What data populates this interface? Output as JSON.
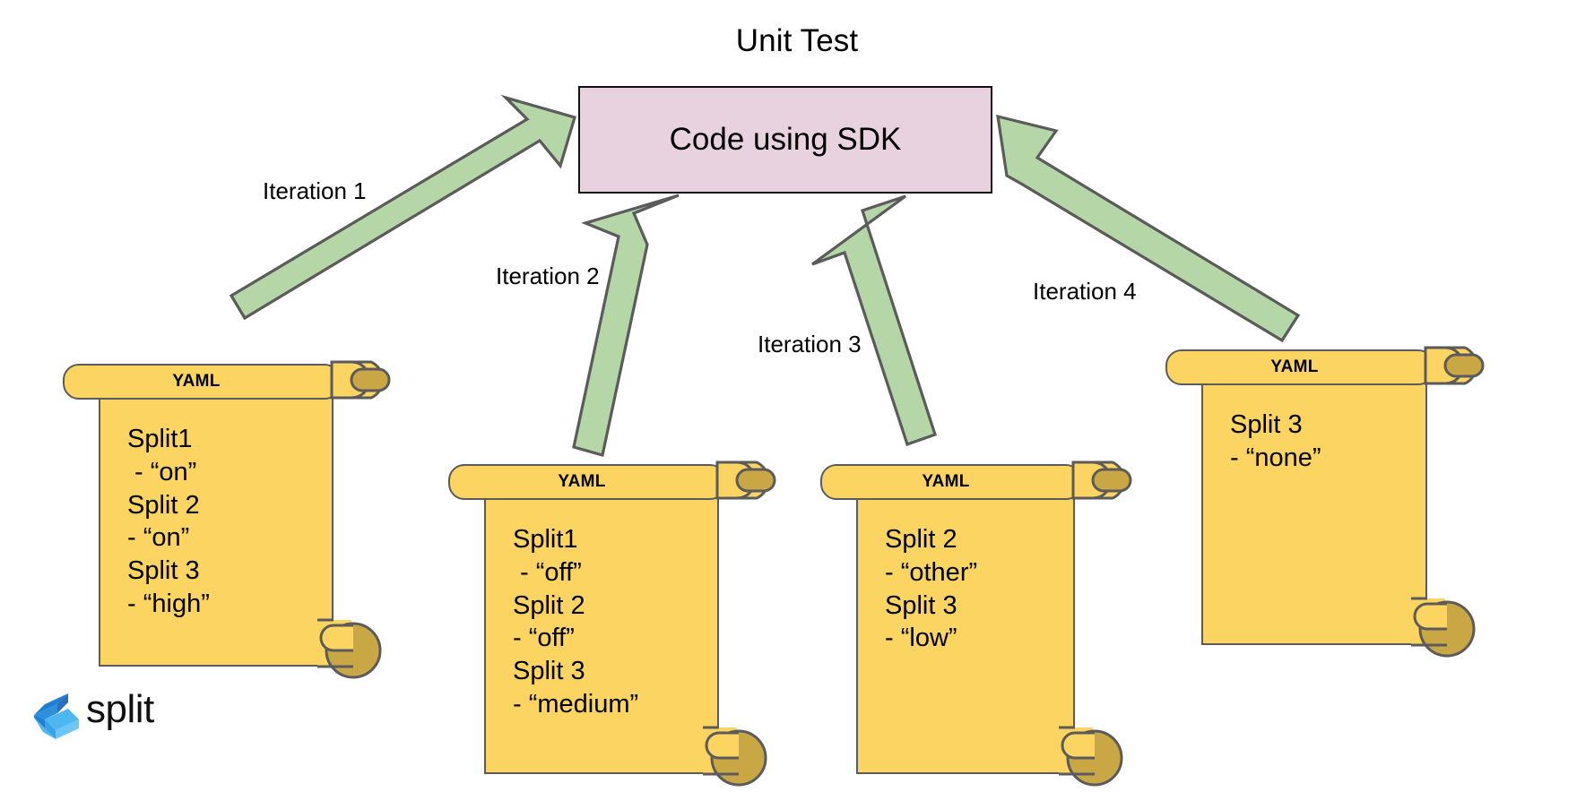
{
  "diagram": {
    "title": "Unit Test",
    "center_node": {
      "label": "Code using SDK",
      "fill": "#e9d2df",
      "stroke": "#111111"
    },
    "arrow_color": "#b5d6a7",
    "arrow_stroke": "#5b5b5b",
    "scroll_fill": "#fcd462",
    "scroll_curl_fill": "#c9a744",
    "scroll_stroke": "#5b5b5b",
    "arrows": [
      {
        "name": "iteration-1",
        "label": "Iteration 1"
      },
      {
        "name": "iteration-2",
        "label": "Iteration 2"
      },
      {
        "name": "iteration-3",
        "label": "Iteration 3"
      },
      {
        "name": "iteration-4",
        "label": "Iteration 4"
      }
    ],
    "documents": [
      {
        "name": "yaml-iteration-1",
        "header": "YAML",
        "lines": [
          "Split1",
          " - “on”",
          "Split 2",
          "- “on”",
          "Split 3",
          "- “high”"
        ]
      },
      {
        "name": "yaml-iteration-2",
        "header": "YAML",
        "lines": [
          "Split1",
          " - “off”",
          "Split 2",
          "- “off”",
          "Split 3",
          "- “medium”"
        ]
      },
      {
        "name": "yaml-iteration-3",
        "header": "YAML",
        "lines": [
          "Split 2",
          "- “other”",
          "Split 3",
          "- “low”"
        ]
      },
      {
        "name": "yaml-iteration-4",
        "header": "YAML",
        "lines": [
          "Split 3",
          "- “none”"
        ]
      }
    ],
    "logo": {
      "wordmark": "split",
      "mark_color_dark": "#1f7fd4",
      "mark_color_light": "#4eb7f0"
    }
  }
}
